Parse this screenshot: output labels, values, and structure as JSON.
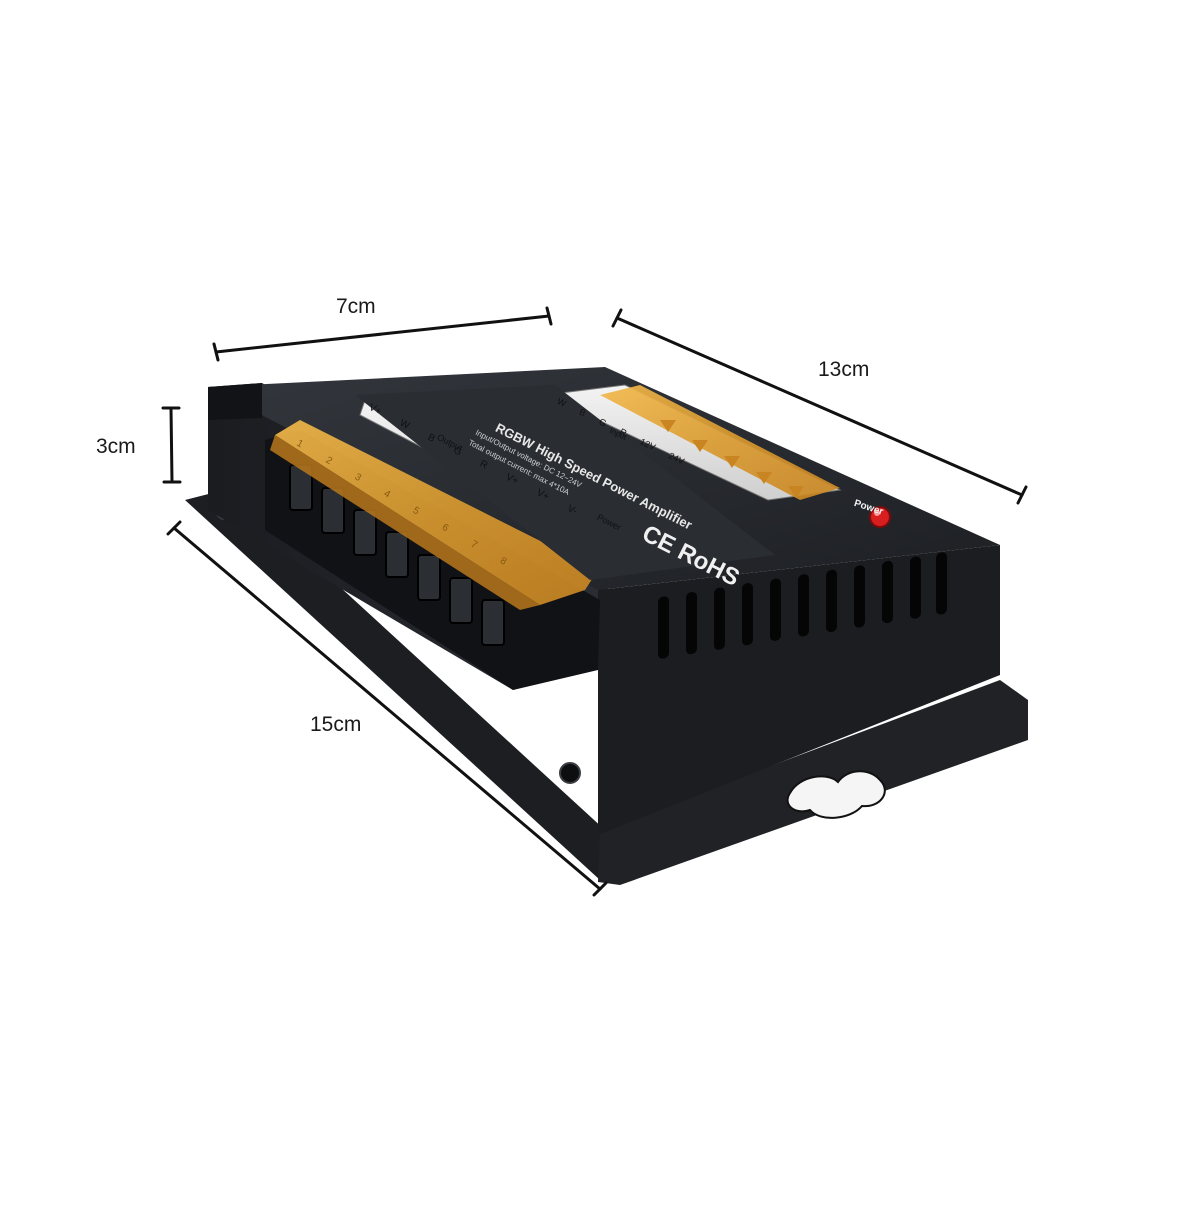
{
  "dimensions": {
    "width": "7cm",
    "depth": "13cm",
    "height": "3cm",
    "length": "15cm"
  },
  "device": {
    "title": "RGBW High Speed Power Amplifier",
    "spec_line_1": "Input/Output voltage: DC 12~24V",
    "spec_line_2": "Total output current: max 4*10A",
    "cert": "CE RoHS",
    "power_led_label": "Power",
    "output_group_label": "Output",
    "power_group_label": "Power",
    "output_terminals": [
      "V+",
      "W",
      "B",
      "G",
      "R",
      "V+"
    ],
    "power_terminals": [
      "V+",
      "V-"
    ],
    "input_group_label": "Input",
    "input_terminals": [
      "24V",
      "12V",
      "R",
      "G",
      "B",
      "W"
    ],
    "terminal_numbers": [
      "1",
      "2",
      "3",
      "4",
      "5",
      "6",
      "7",
      "8"
    ]
  },
  "colors": {
    "housing": "#25282d",
    "housing_side": "#15171a",
    "terminal_cover": "#e2a53c",
    "led": "#d81e1e"
  }
}
